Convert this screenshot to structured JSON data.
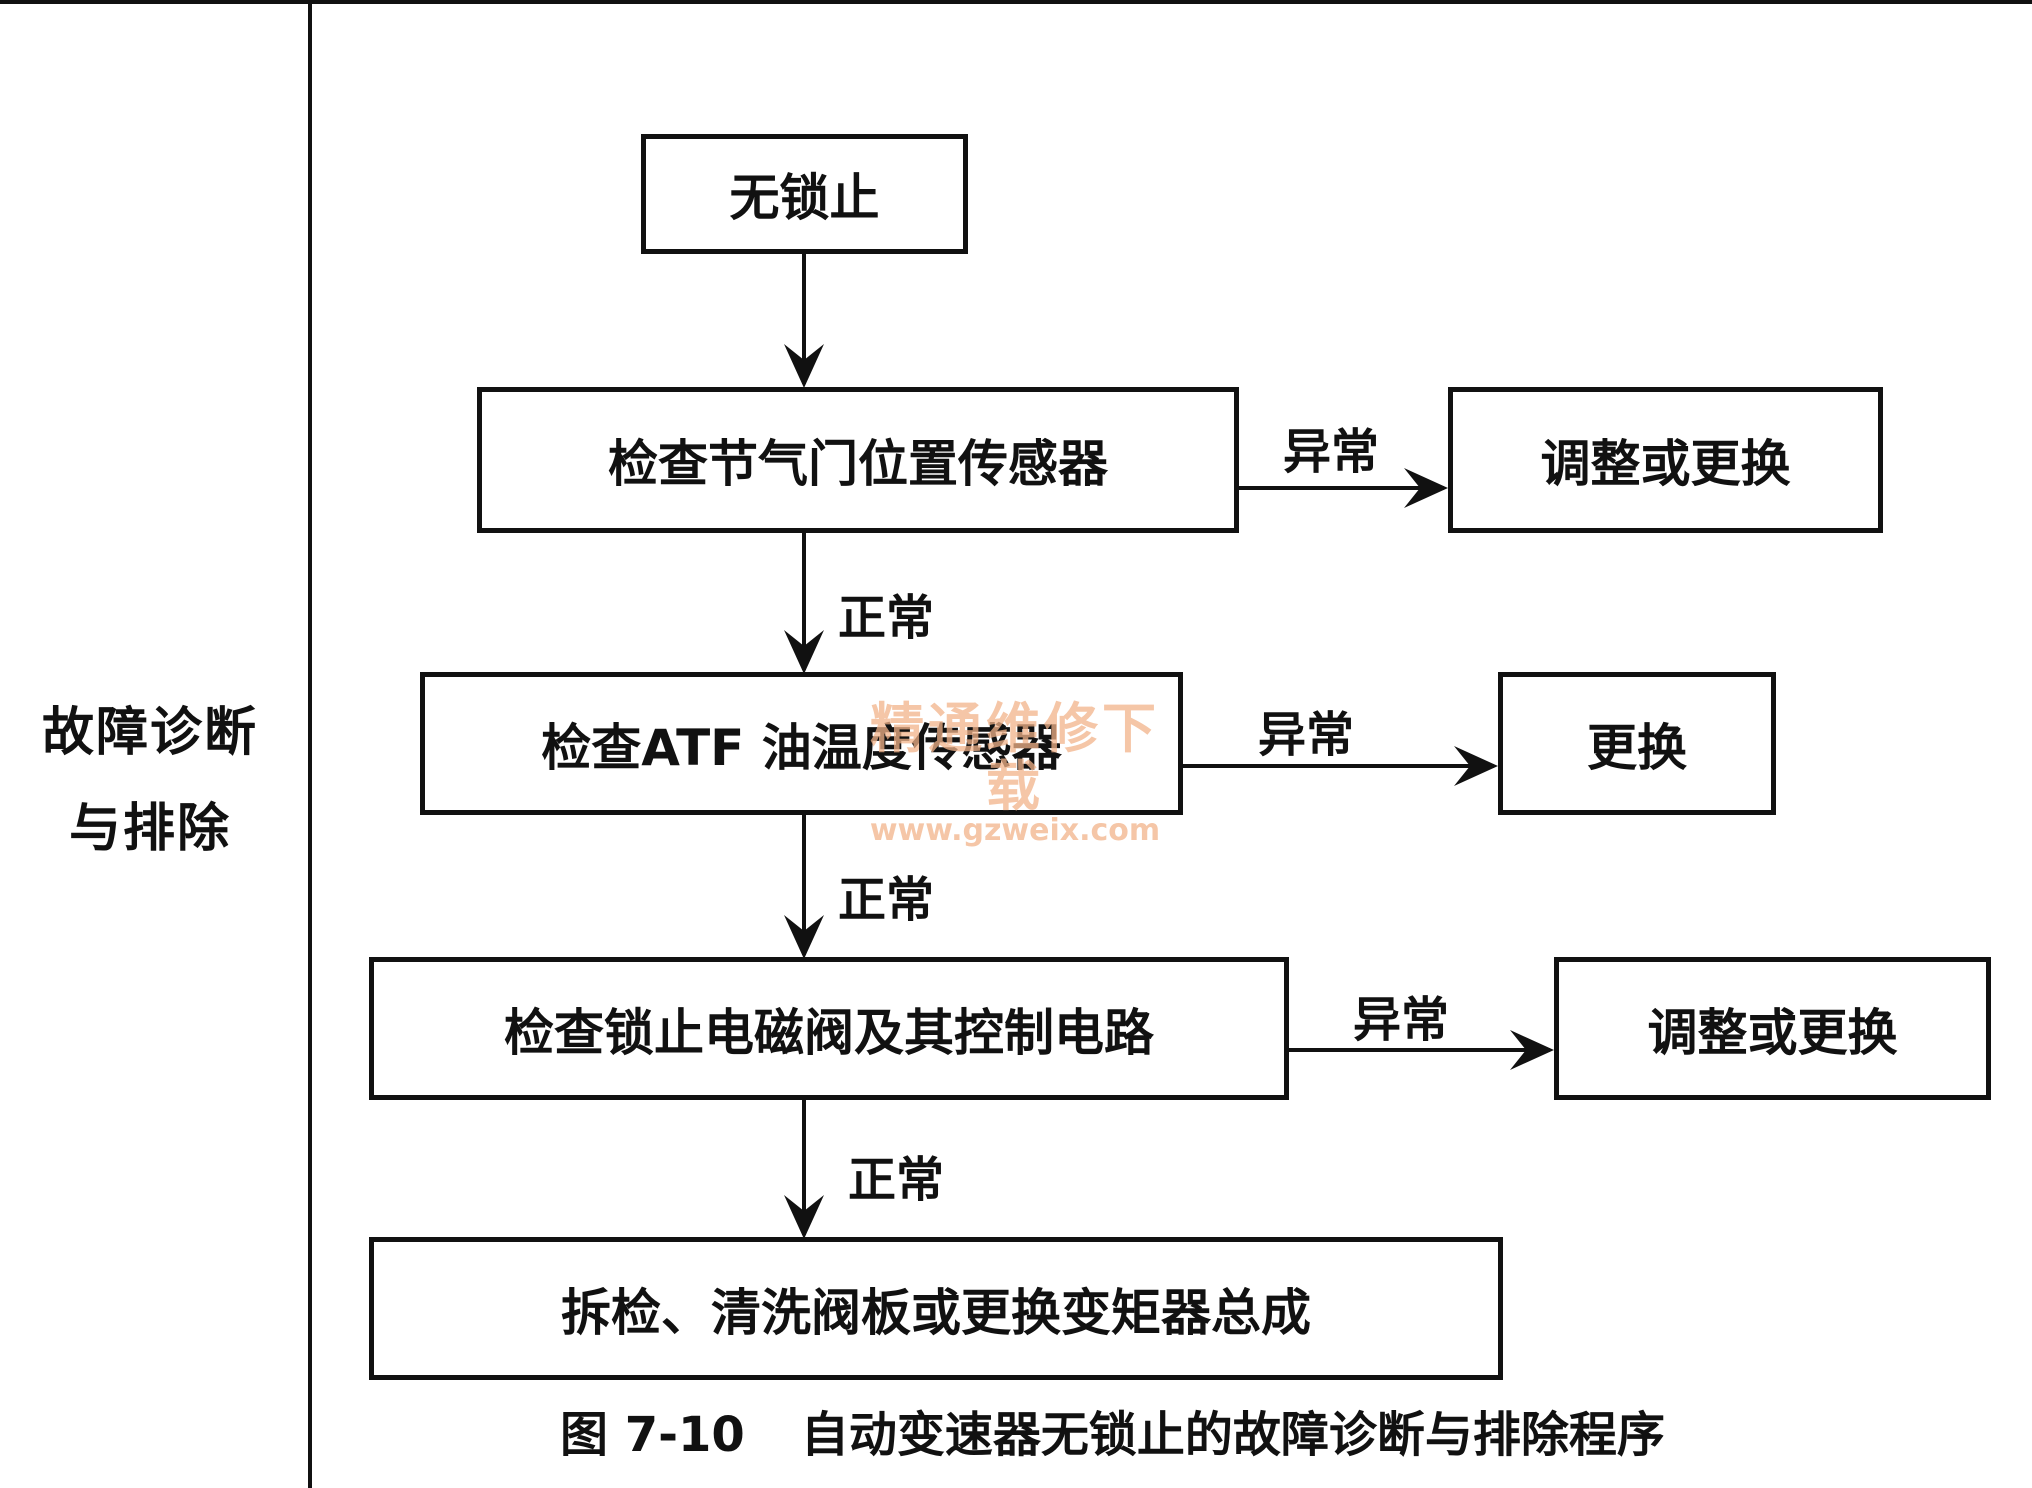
{
  "side_label": [
    "故障诊断",
    "与排除"
  ],
  "nodes": {
    "start": "无锁止",
    "check_tps": "检查节气门位置传感器",
    "adjust_replace_1": "调整或更换",
    "check_atf": "检查ATF 油温度传感器",
    "replace": "更换",
    "check_solenoid": "检查锁止电磁阀及其控制电路",
    "adjust_replace_2": "调整或更换",
    "final": "拆检、清洗阀板或更换变矩器总成"
  },
  "edge_labels": {
    "abnormal_1": "异常",
    "normal_1": "正常",
    "abnormal_2": "异常",
    "normal_2": "正常",
    "abnormal_3": "异常",
    "normal_3": "正常"
  },
  "caption": {
    "number": "图 7-10",
    "title": "自动变速器无锁止的故障诊断与排除程序"
  },
  "watermark": {
    "text": "精通维修下载",
    "url": "www.gzweix.com"
  }
}
